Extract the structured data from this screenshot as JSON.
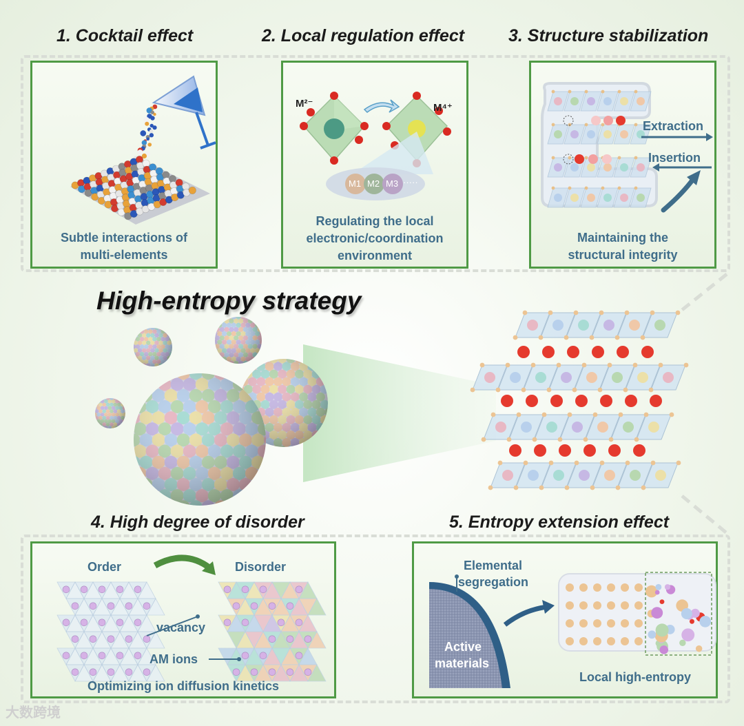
{
  "sections": {
    "s1": {
      "title": "1. Cocktail effect",
      "caption_l1": "Subtle interactions of",
      "caption_l2": "multi-elements"
    },
    "s2": {
      "title": "2. Local regulation effect",
      "caption_l1": "Regulating the local",
      "caption_l2": "electronic/coordination",
      "caption_l3": "environment",
      "m_low": "M²⁻",
      "m_high": "M⁴⁺",
      "m1": "M1",
      "m2": "M2",
      "m3": "M3",
      "ellipsis": "·····"
    },
    "s3": {
      "title": "3. Structure stabilization",
      "caption_l1": "Maintaining the",
      "caption_l2": "structural integrity",
      "extraction": "Extraction",
      "insertion": "Insertion"
    },
    "s4": {
      "title": "4. High degree of disorder",
      "order": "Order",
      "disorder": "Disorder",
      "vacancy": "vacancy",
      "am_ions": "AM ions",
      "caption": "Optimizing ion diffusion kinetics"
    },
    "s5": {
      "title": "5. Entropy extension effect",
      "elemental_l1": "Elemental",
      "elemental_l2": "segregation",
      "active_l1": "Active",
      "active_l2": "materials",
      "local": "Local high-entropy"
    }
  },
  "center": {
    "title": "High-entropy strategy"
  },
  "watermark": "大数跨境",
  "colors": {
    "panel_border": "#4f9a45",
    "caption_text": "#3f6d8a",
    "red_atom": "#e53a2e",
    "frame_dash": "#d9ddd6"
  }
}
